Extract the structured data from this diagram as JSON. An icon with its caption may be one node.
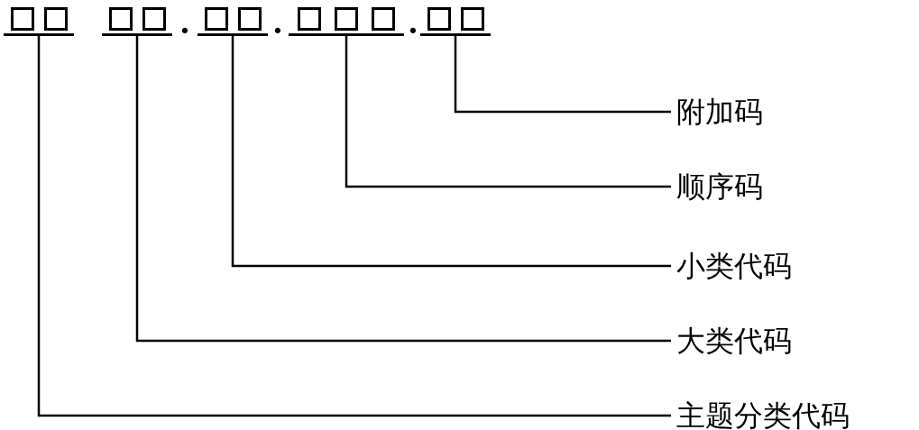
{
  "diagram": {
    "nodes": [
      {
        "text": [],
        "shape": "box"
      },
      {
        "text": [],
        "shape": "box"
      },
      {
        "text": [],
        "shape": "box"
      },
      {
        "text": [],
        "shape": "box"
      },
      {
        "text": [],
        "shape": "box"
      },
      {
        "text": [
          "附加码"
        ]
      },
      {
        "text": [
          "顺序码"
        ]
      },
      {
        "text": [
          "小类代码"
        ]
      },
      {
        "text": [
          "大类代码"
        ]
      },
      {
        "text": [
          "主题分类代码"
        ]
      }
    ],
    "edges": [
      {
        "from": 5,
        "to": 4,
        "arrow": "none"
      },
      {
        "from": 6,
        "to": 3,
        "arrow": "none"
      },
      {
        "from": 7,
        "to": 2,
        "arrow": "none"
      },
      {
        "from": 8,
        "to": 1,
        "arrow": "none"
      },
      {
        "from": 9,
        "to": 0,
        "arrow": "none"
      }
    ],
    "labels": [
      ".",
      ".",
      "."
    ]
  }
}
